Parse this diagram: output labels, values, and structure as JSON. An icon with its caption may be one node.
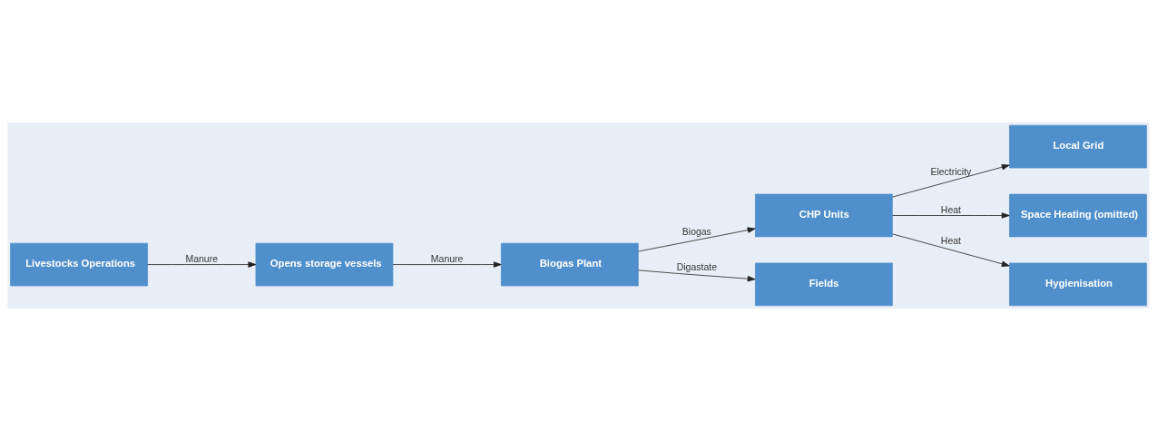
{
  "diagram": {
    "nodes": [
      {
        "text": [
          "Biogas Plant"
        ]
      },
      {
        "text": [
          "CHP Units"
        ]
      },
      {
        "text": [
          "Local Grid"
        ]
      },
      {
        "text": [
          "Space Heating (omitted)"
        ]
      },
      {
        "text": [
          "Livestocks Operations"
        ]
      },
      {
        "text": [
          "Hygienisation"
        ]
      },
      {
        "text": [
          "Opens storage vessels"
        ]
      },
      {
        "text": [
          "Fields"
        ]
      }
    ],
    "edges": [
      {
        "from": 6,
        "to": 0,
        "arrow": "to",
        "label": "Manure"
      },
      {
        "from": 0,
        "to": 1,
        "arrow": "to",
        "label": "Biogas"
      },
      {
        "from": 1,
        "to": 2,
        "arrow": "to",
        "label": "Electricity"
      },
      {
        "from": 1,
        "to": 3,
        "arrow": "to",
        "label": "Heat"
      },
      {
        "from": 0,
        "to": 7,
        "arrow": "to",
        "label": "Digastate"
      },
      {
        "from": 1,
        "to": 5,
        "arrow": "to",
        "label": "Heat"
      },
      {
        "from": 4,
        "to": 6,
        "arrow": "to",
        "label": "Manure"
      }
    ]
  }
}
